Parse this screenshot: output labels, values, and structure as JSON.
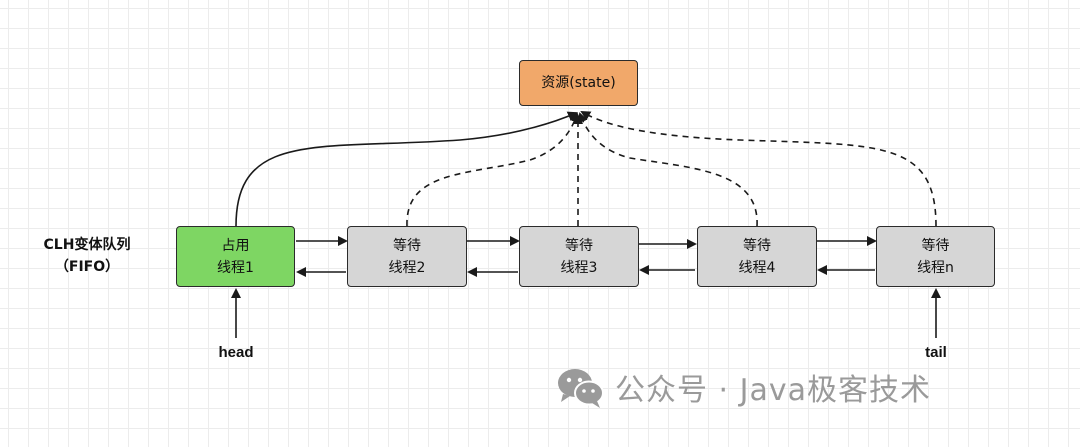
{
  "resource": {
    "label": "资源(state)"
  },
  "queue_label": {
    "line1": "CLH变体队列",
    "line2": "（FIFO）"
  },
  "nodes": [
    {
      "line1": "占用",
      "line2": "线程1"
    },
    {
      "line1": "等待",
      "line2": "线程2"
    },
    {
      "line1": "等待",
      "line2": "线程3"
    },
    {
      "line1": "等待",
      "line2": "线程4"
    },
    {
      "line1": "等待",
      "line2": "线程n"
    }
  ],
  "pointers": {
    "head": "head",
    "tail": "tail"
  },
  "watermark": {
    "text": "公众号 · Java极客技术",
    "icon": "wechat-icon"
  },
  "colors": {
    "resource": "#f1a86a",
    "active_node": "#7ed663",
    "waiting_node": "#d6d6d6",
    "line": "#1a1a1a",
    "watermark": "#9a9a9a"
  }
}
